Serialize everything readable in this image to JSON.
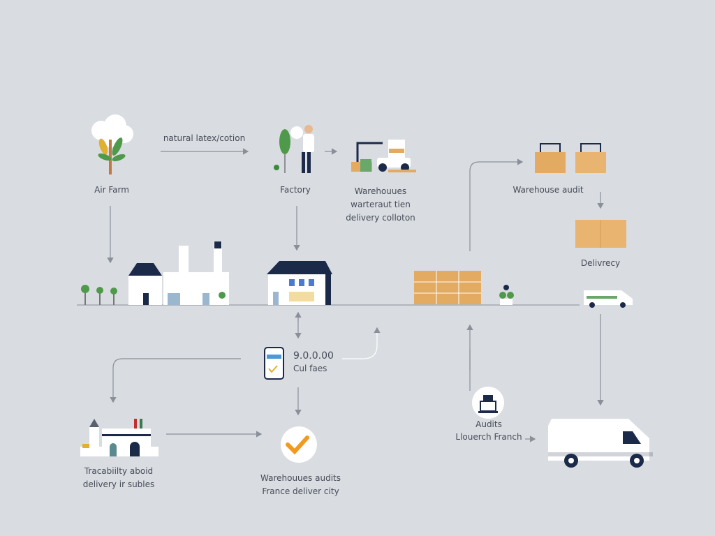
{
  "colors": {
    "background": "#d9dce1",
    "navy": "#1c2a4a",
    "box": "#e3aa62",
    "green": "#4f9a4a",
    "check": "#f29a1f",
    "line": "#8a8f99"
  },
  "nodes": {
    "farm": {
      "label": "Air Farm",
      "icon": "cotton-tree-icon"
    },
    "flow_label": "natural latex/cotion",
    "factory": {
      "label": "Factory",
      "icon": "worker-icon"
    },
    "warehouses": {
      "lines": [
        "Warehouues",
        "warteraut tien",
        "delivery colloton"
      ],
      "icon": "forklift-icon"
    },
    "warehouse_audit": {
      "label": "Warehouse audit",
      "icon": "boxes-icon"
    },
    "delivery": {
      "label": "Delivrecy",
      "icon": "package-icon"
    },
    "phone": {
      "value": "9.0.0.00",
      "label": "Cul faes",
      "icon": "phone-check-icon"
    },
    "traceability": {
      "lines": [
        "Tracabiilty aboid",
        "delivery ir subles"
      ],
      "icon": "town-icon"
    },
    "check": {
      "lines": [
        "Warehouues audits",
        "France deliver city"
      ],
      "icon": "checkmark-icon"
    },
    "audits": {
      "lines": [
        "Audits",
        "Llouerch Franch"
      ],
      "icon": "building-icon"
    },
    "van": {
      "icon": "van-icon"
    }
  }
}
